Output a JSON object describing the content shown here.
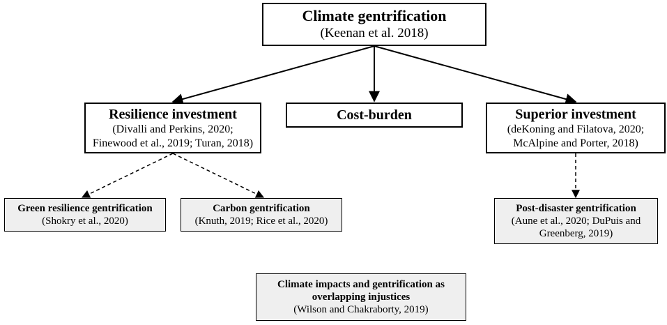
{
  "root": {
    "title": "Climate gentrification",
    "citation": "(Keenan et al. 2018)"
  },
  "level2": [
    {
      "title": "Resilience investment",
      "citation_lines": [
        "(Divalli and Perkins, 2020;",
        "Finewood et al., 2019; Turan, 2018)"
      ]
    },
    {
      "title": "Cost-burden",
      "citation_lines": []
    },
    {
      "title": "Superior investment",
      "citation_lines": [
        "(deKoning and Filatova, 2020;",
        "McAlpine and Porter, 2018)"
      ]
    }
  ],
  "level3": [
    {
      "title": "Green resilience gentrification",
      "citation_lines": [
        "(Shokry et al., 2020)"
      ]
    },
    {
      "title": "Carbon gentrification",
      "citation_lines": [
        "(Knuth, 2019; Rice et al., 2020)"
      ]
    },
    {
      "title": "Post-disaster gentrification",
      "citation_lines": [
        "(Aune et al., 2020; DuPuis and",
        "Greenberg, 2019)"
      ]
    }
  ],
  "standalone": {
    "title_lines": [
      "Climate impacts and gentrification as",
      "overlapping injustices"
    ],
    "citation": "(Wilson and Chakraborty, 2019)"
  },
  "edges": [
    {
      "from": "root",
      "to": "resilience-investment",
      "style": "solid"
    },
    {
      "from": "root",
      "to": "cost-burden",
      "style": "solid"
    },
    {
      "from": "root",
      "to": "superior-investment",
      "style": "solid"
    },
    {
      "from": "resilience-investment",
      "to": "green-resilience-gentrification",
      "style": "dashed"
    },
    {
      "from": "resilience-investment",
      "to": "carbon-gentrification",
      "style": "dashed"
    },
    {
      "from": "superior-investment",
      "to": "post-disaster-gentrification",
      "style": "dashed"
    }
  ]
}
